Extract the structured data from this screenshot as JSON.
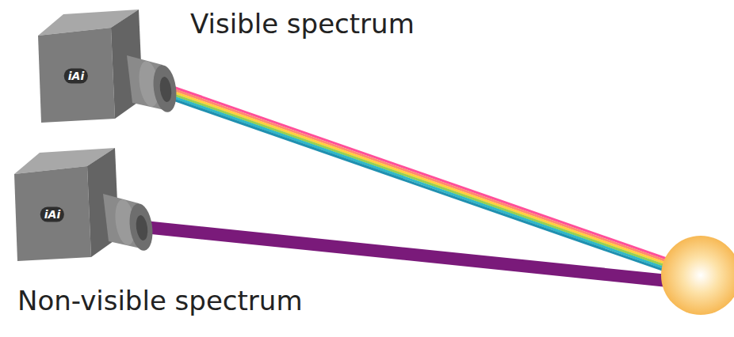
{
  "diagram": {
    "labels": [
      "Visible spectrum",
      "iAi",
      "iAi",
      "Non-visible spectrum"
    ]
  }
}
